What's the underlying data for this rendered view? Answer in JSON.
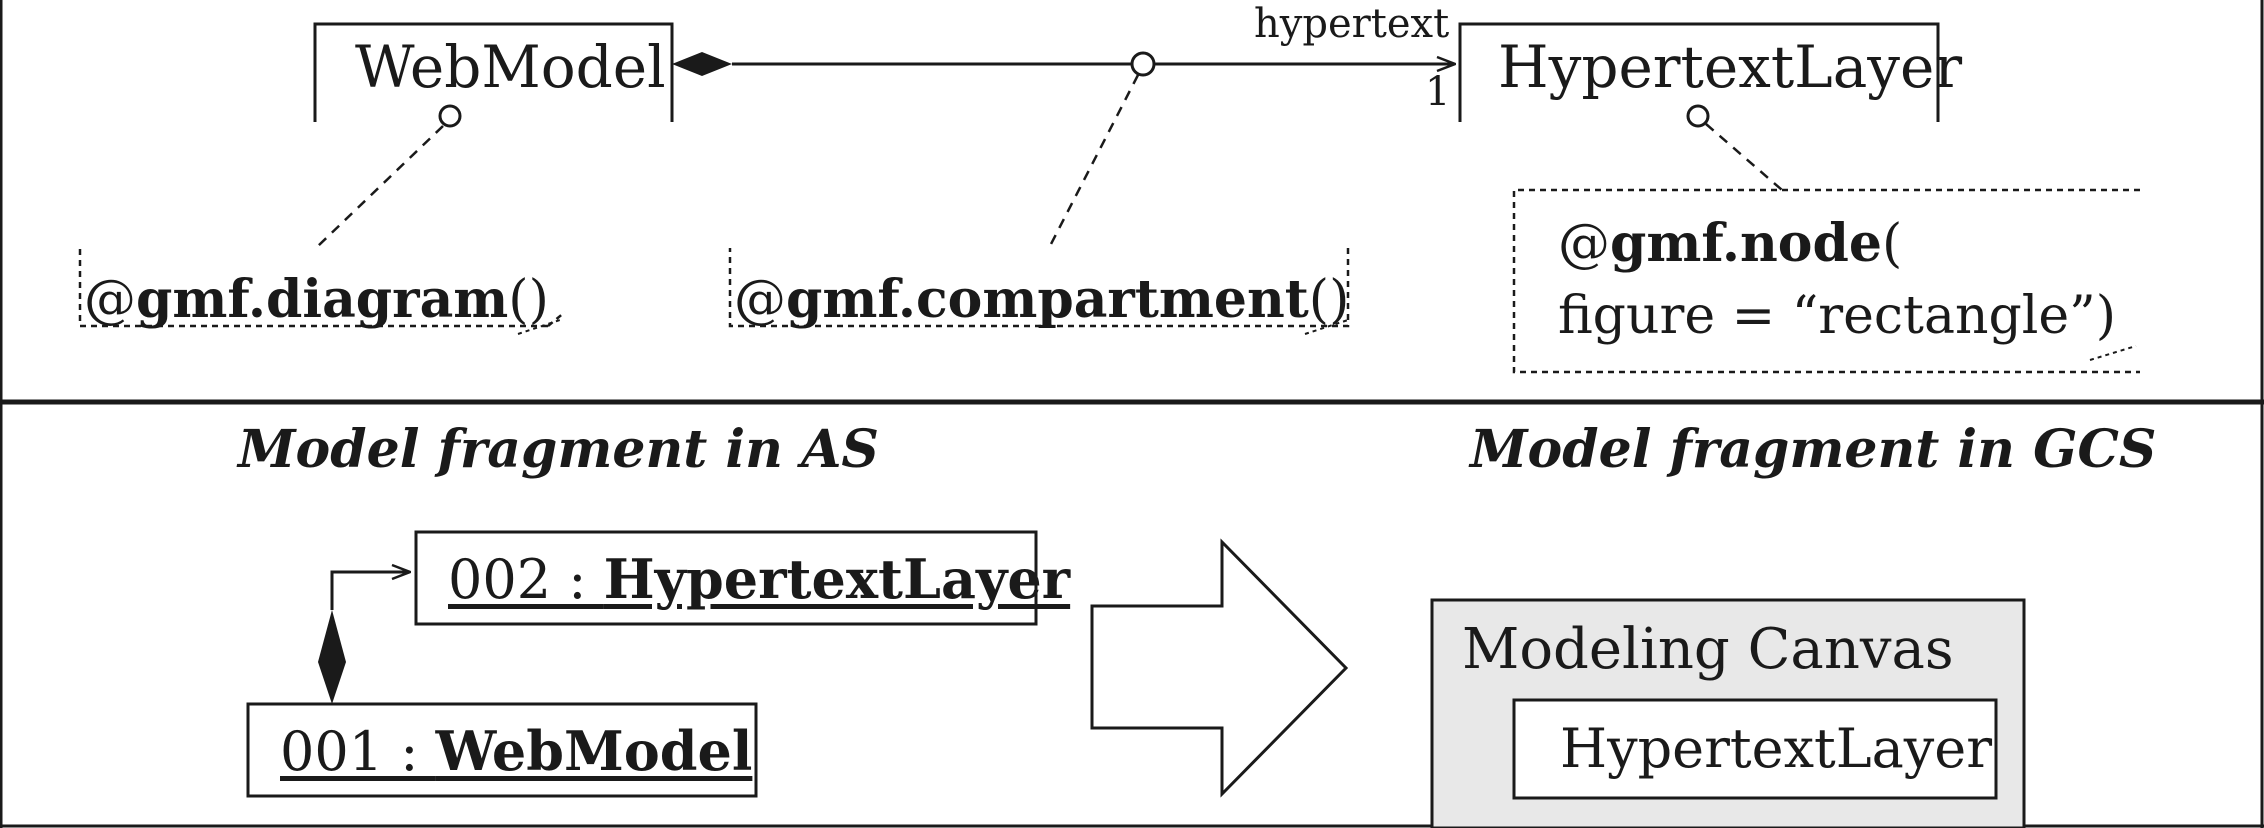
{
  "metamodel": {
    "classes": {
      "web_model": "WebModel",
      "hypertext_layer": "HypertextLayer"
    },
    "association": {
      "role": "hypertext",
      "multiplicity": "1"
    },
    "annotations": {
      "diagram": {
        "prefix": "@",
        "keyword": "gmf.diagram",
        "suffix": "()"
      },
      "compartment": {
        "prefix": "@",
        "keyword": "gmf.compartment",
        "suffix": "()"
      },
      "node": {
        "prefix": "@",
        "keyword": "gmf.node",
        "suffix": "(",
        "line2": "figure = “rectangle”)"
      }
    }
  },
  "captions": {
    "as": "Model fragment in AS",
    "gcs": "Model fragment in GCS"
  },
  "instances": {
    "hypertext_layer": {
      "id": "002 : ",
      "type": "HypertextLayer"
    },
    "web_model": {
      "id": "001 : ",
      "type": "WebModel"
    }
  },
  "canvas": {
    "title": "Modeling Canvas",
    "node": "HypertextLayer"
  },
  "colors": {
    "ink": "#1a1a1a",
    "canvas_fill": "#e8e8e8",
    "background": "#ffffff"
  }
}
